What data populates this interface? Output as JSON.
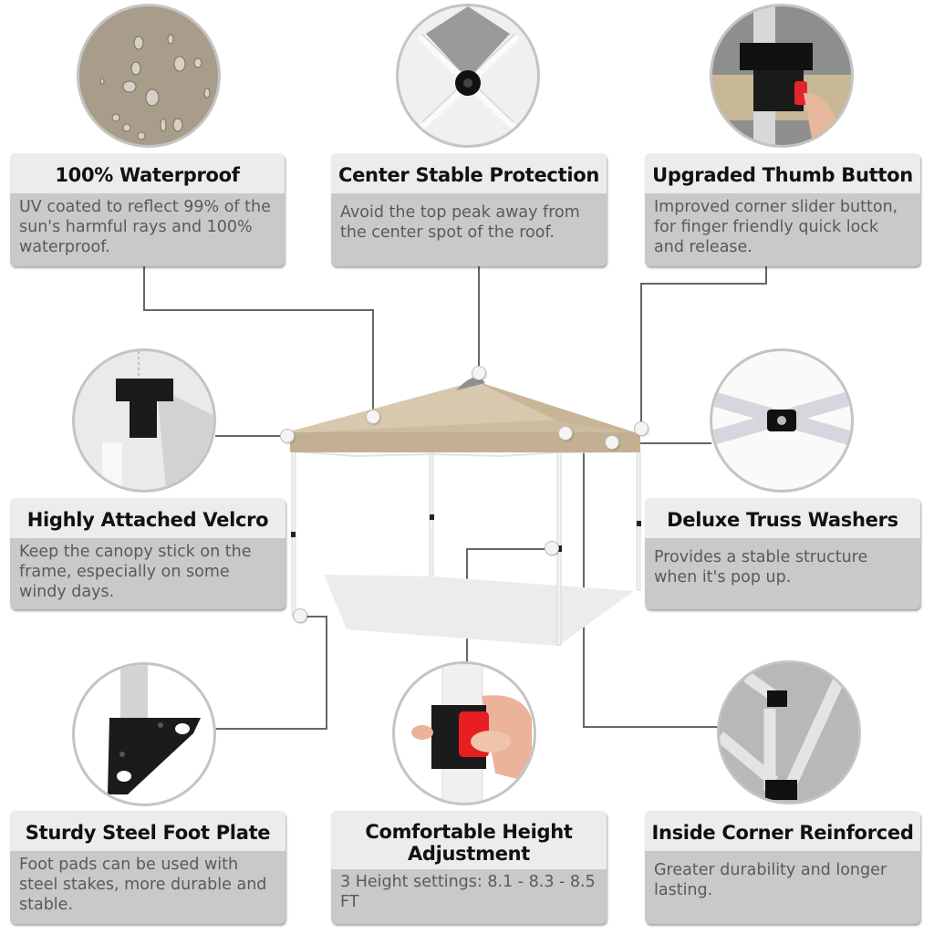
{
  "features": [
    {
      "id": "waterproof",
      "title": "100% Waterproof",
      "desc": "UV coated to reflect 99% of the sun's harmful rays and 100% waterproof.",
      "icon": "water-drops-icon"
    },
    {
      "id": "center",
      "title": "Center Stable Protection",
      "desc": "Avoid the top peak away from the center spot of the roof.",
      "icon": "center-hub-icon"
    },
    {
      "id": "thumb",
      "title": "Upgraded Thumb Button",
      "desc": "Improved corner slider button, for finger friendly quick lock and release.",
      "icon": "thumb-button-icon"
    },
    {
      "id": "velcro",
      "title": "Highly Attached Velcro",
      "desc": "Keep the canopy stick on the frame, especially on some windy days.",
      "icon": "velcro-strap-icon"
    },
    {
      "id": "truss",
      "title": "Deluxe Truss Washers",
      "desc": "Provides a stable structure when it's pop up.",
      "icon": "truss-washer-icon"
    },
    {
      "id": "foot",
      "title": "Sturdy Steel Foot Plate",
      "desc": "Foot pads can be used with steel stakes, more durable and stable.",
      "icon": "foot-plate-icon"
    },
    {
      "id": "height",
      "title": "Comfortable Height Adjustment",
      "desc": "3 Height settings: 8.1 - 8.3 - 8.5 FT",
      "icon": "height-adjust-button-icon"
    },
    {
      "id": "corner",
      "title": "Inside Corner Reinforced",
      "desc": "Greater durability and longer lasting.",
      "icon": "corner-bracket-icon"
    }
  ],
  "colors": {
    "canopy": "#cdbba0",
    "card_head": "#ececec",
    "card_body": "#c9c9c9",
    "connector": "#666666",
    "circle_border": "#c4c4c4"
  }
}
